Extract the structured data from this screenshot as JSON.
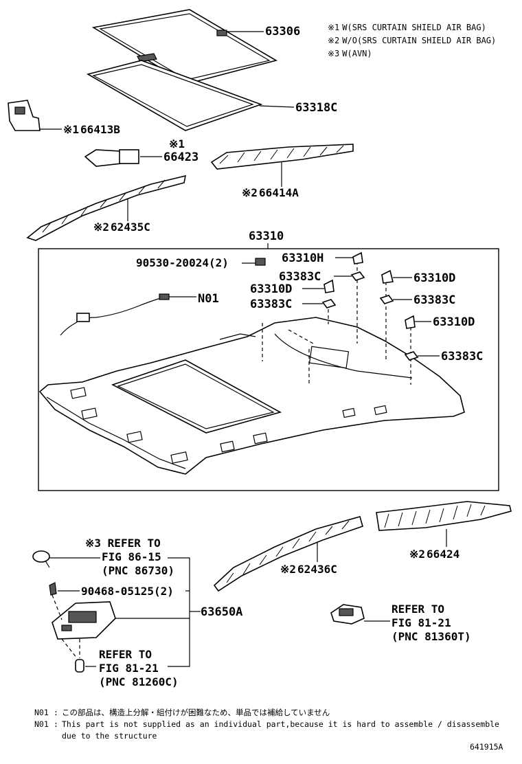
{
  "legend": [
    {
      "mark": "※1",
      "text": "W(SRS CURTAIN SHIELD AIR BAG)"
    },
    {
      "mark": "※2",
      "text": "W/O(SRS CURTAIN SHIELD AIR BAG)"
    },
    {
      "mark": "※3",
      "text": "W(AVN)"
    }
  ],
  "parts": {
    "p63306": "63306",
    "p63318C": "63318C",
    "p66413B_mark": "※1",
    "p66413B": "66413B",
    "p66423_mark": "※1",
    "p66423": "66423",
    "p66414A_mark": "※2",
    "p66414A": "66414A",
    "p62435C_mark": "※2",
    "p62435C": "62435C",
    "p63310": "63310",
    "p90530": "90530-20024(2)",
    "p63310H": "63310H",
    "p63383C_a": "63383C",
    "p63310D_a": "63310D",
    "p63310D_b": "63310D",
    "p63383C_b": "63383C",
    "p63383C_c": "63383C",
    "p63310D_c": "63310D",
    "p63383C_d": "63383C",
    "pN01": "N01",
    "p66424_mark": "※2",
    "p66424": "66424",
    "p62436C_mark": "※2",
    "p62436C": "62436C",
    "p63650A": "63650A",
    "p90468": "90468-05125(2)"
  },
  "refs": {
    "r1_l1": "※3 REFER TO",
    "r1_l2": "FIG 86-15",
    "r1_l3": "(PNC 86730)",
    "r2_l1": "REFER TO",
    "r2_l2": "FIG 81-21",
    "r2_l3": "(PNC 81260C)",
    "r3_l1": "REFER TO",
    "r3_l2": "FIG 81-21",
    "r3_l3": "(PNC 81360T)"
  },
  "footnotes": {
    "jp_code": "N01",
    "jp_sep": ":",
    "jp_text": "この部品は、構造上分解・組付けが困難なため、単品では補給していません",
    "en_code": "N01",
    "en_sep": ":",
    "en_text1": "This part is not supplied as an individual part,because it is hard to assemble / disassemble",
    "en_text2": "due to the structure"
  },
  "figure_id": "641915A"
}
